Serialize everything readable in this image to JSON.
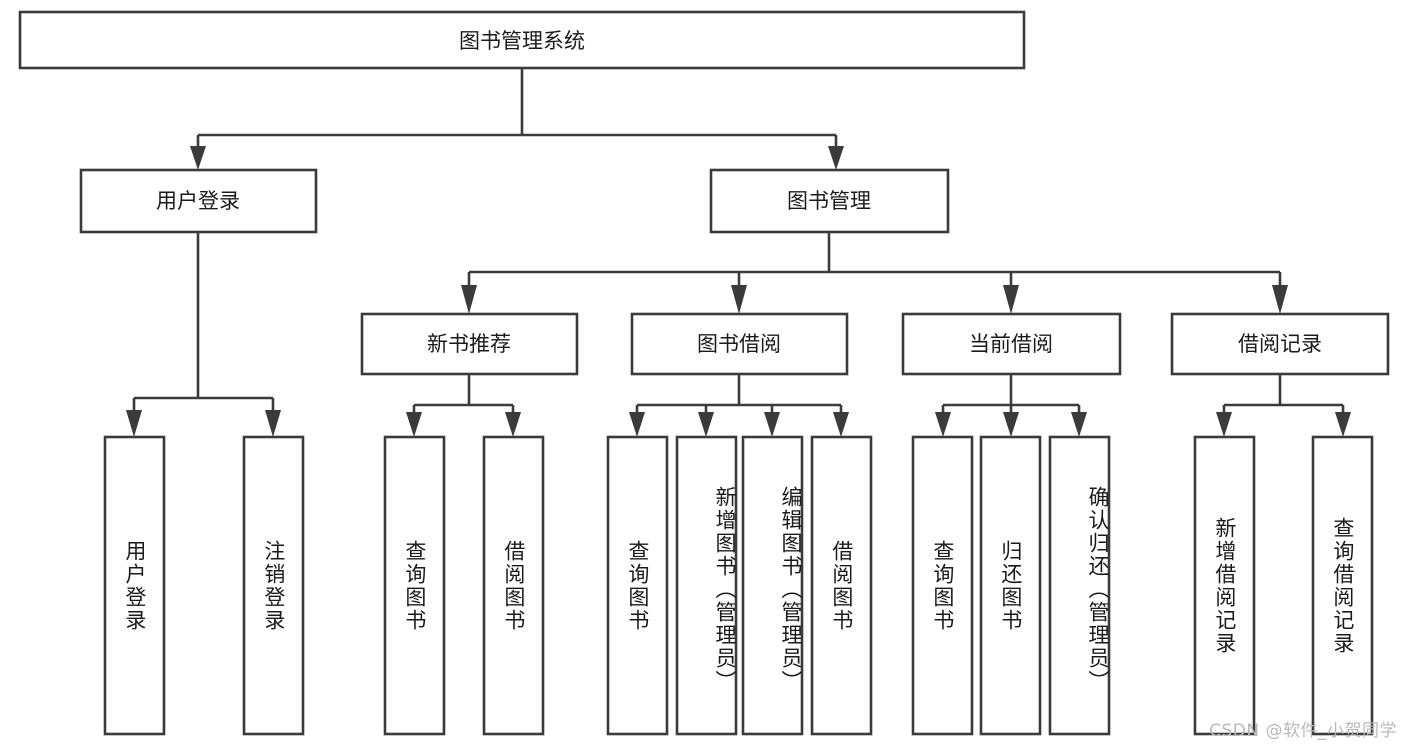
{
  "diagram": {
    "type": "tree",
    "title": "图书管理系统",
    "watermark": "CSDN @软件_小贺同学",
    "colors": {
      "box_stroke": "#3b3b3b",
      "box_fill": "#ffffff",
      "text": "#1b1b1b",
      "connector": "#3b3b3b",
      "watermark": "#b9b9b9",
      "background": "#ffffff"
    },
    "root": {
      "label": "图书管理系统"
    },
    "level2": [
      {
        "label": "用户登录"
      },
      {
        "label": "图书管理"
      }
    ],
    "level3": [
      {
        "label": "新书推荐"
      },
      {
        "label": "图书借阅"
      },
      {
        "label": "当前借阅"
      },
      {
        "label": "借阅记录"
      }
    ],
    "leaves": {
      "user_login": [
        {
          "label": "用户登录"
        },
        {
          "label": "注销登录"
        }
      ],
      "new_book_recommend": [
        {
          "label": "查询图书"
        },
        {
          "label": "借阅图书"
        }
      ],
      "book_borrow": [
        {
          "label": "查询图书"
        },
        {
          "label": "新增图书（管理员）"
        },
        {
          "label": "编辑图书（管理员）"
        },
        {
          "label": "借阅图书"
        }
      ],
      "current_borrow": [
        {
          "label": "查询图书"
        },
        {
          "label": "归还图书"
        },
        {
          "label": "确认归还（管理员）"
        }
      ],
      "borrow_record": [
        {
          "label": "新增借阅记录"
        },
        {
          "label": "查询借阅记录"
        }
      ]
    }
  }
}
